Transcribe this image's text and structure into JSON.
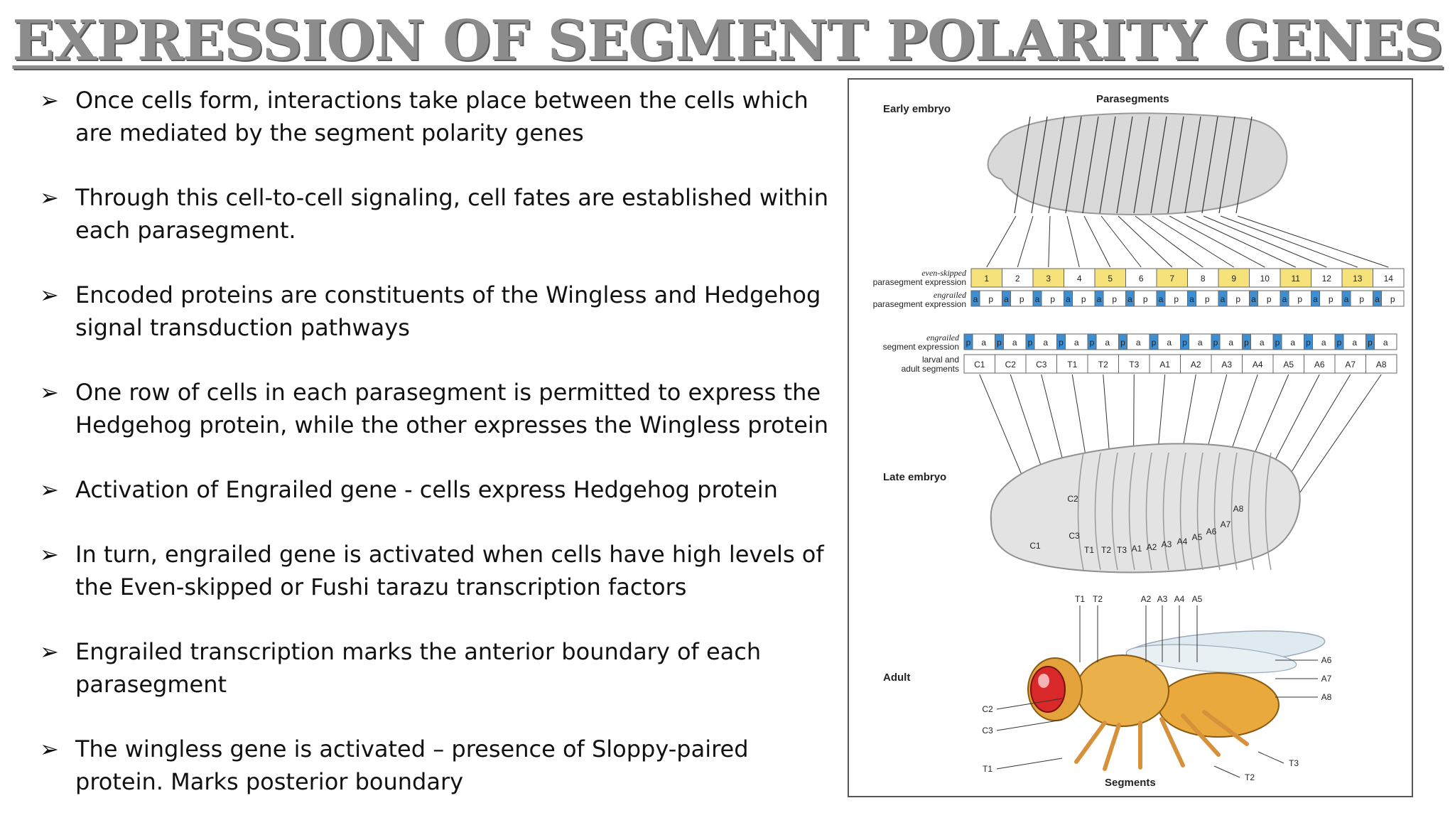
{
  "title": "EXPRESSION OF SEGMENT POLARITY GENES",
  "bullet_marker": "➢",
  "bullets": [
    "Once cells form, interactions take place between the cells which are mediated by the segment polarity genes",
    "Through this cell-to-cell signaling, cell fates are established within each parasegment.",
    "Encoded proteins are constituents of the Wingless and Hedgehog signal transduction pathways",
    "One row of cells in each parasegment is permitted to express the Hedgehog protein, while the other expresses the Wingless protein",
    "Activation of Engrailed gene - cells express Hedgehog protein",
    "In turn, engrailed gene is activated when cells have high levels of the Even-skipped or Fushi tarazu transcription factors",
    "Engrailed transcription marks the anterior boundary of each parasegment",
    "The wingless gene is activated – presence of Sloppy-paired protein. Marks posterior boundary"
  ],
  "figure": {
    "early_embryo": "Early embryo",
    "parasegments": "Parasegments",
    "late_embryo": "Late embryo",
    "adult": "Adult",
    "segments": "Segments",
    "row_labels": {
      "even_skipped_1": "even-skipped",
      "even_skipped_2": "parasegment expression",
      "engrailed_ps_1": "engrailed",
      "engrailed_ps_2": "parasegment expression",
      "engrailed_seg_1": "engrailed",
      "engrailed_seg_2": "segment expression",
      "larval_1": "larval and",
      "larval_2": "adult segments"
    },
    "parasegment_numbers": [
      "1",
      "2",
      "3",
      "4",
      "5",
      "6",
      "7",
      "8",
      "9",
      "10",
      "11",
      "12",
      "13",
      "14"
    ],
    "even_skipped_highlight": [
      "1",
      "3",
      "5",
      "7",
      "9",
      "11",
      "13"
    ],
    "cell_a": "a",
    "cell_p": "p",
    "larval_segments": [
      "C1",
      "C2",
      "C3",
      "T1",
      "T2",
      "T3",
      "A1",
      "A2",
      "A3",
      "A4",
      "A5",
      "A6",
      "A7",
      "A8"
    ],
    "late_embryo_labels": [
      "C1",
      "C2",
      "C3",
      "T1",
      "T2",
      "T3",
      "A1",
      "A2",
      "A3",
      "A4",
      "A5",
      "A6",
      "A7",
      "A8"
    ],
    "adult_top_labels": [
      "T1",
      "T2",
      "A2",
      "A3",
      "A4",
      "A5"
    ],
    "adult_right_labels": [
      "A6",
      "A7",
      "A8"
    ],
    "adult_left_labels": [
      "C2",
      "C3",
      "T1"
    ],
    "adult_bottom_labels": [
      "T2",
      "T3"
    ],
    "colors": {
      "yellow": "#f6e27a",
      "blue": "#3d8fd1",
      "embryo": "#d6d6d6",
      "fly": "#e9a93c",
      "eye": "#d8282a"
    }
  }
}
